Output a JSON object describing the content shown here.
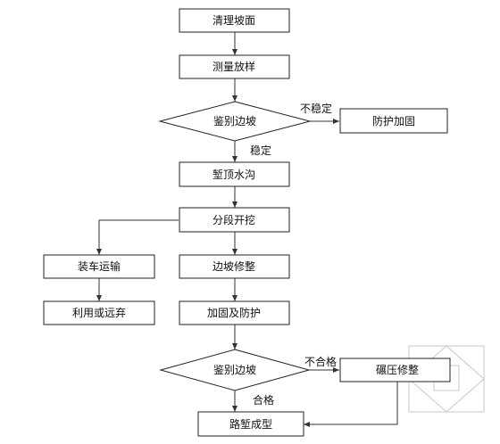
{
  "nodes": {
    "clear_slope": "清理坡面",
    "survey_stakeout": "测量放样",
    "check_slope_1": "鉴别边坡",
    "protect_reinforce": "防护加固",
    "top_ditch": "堑顶水沟",
    "staged_excavation": "分段开挖",
    "load_transport": "装车运输",
    "use_or_dispose": "利用或远弃",
    "trim_slope": "边坡修整",
    "reinforce_protect": "加固及防护",
    "check_slope_2": "鉴别边坡",
    "compact_repair": "碾压修整",
    "cut_formed": "路堑成型"
  },
  "edge_labels": {
    "unstable": "不稳定",
    "stable": "稳定",
    "unqualified": "不合格",
    "qualified": "合格"
  }
}
